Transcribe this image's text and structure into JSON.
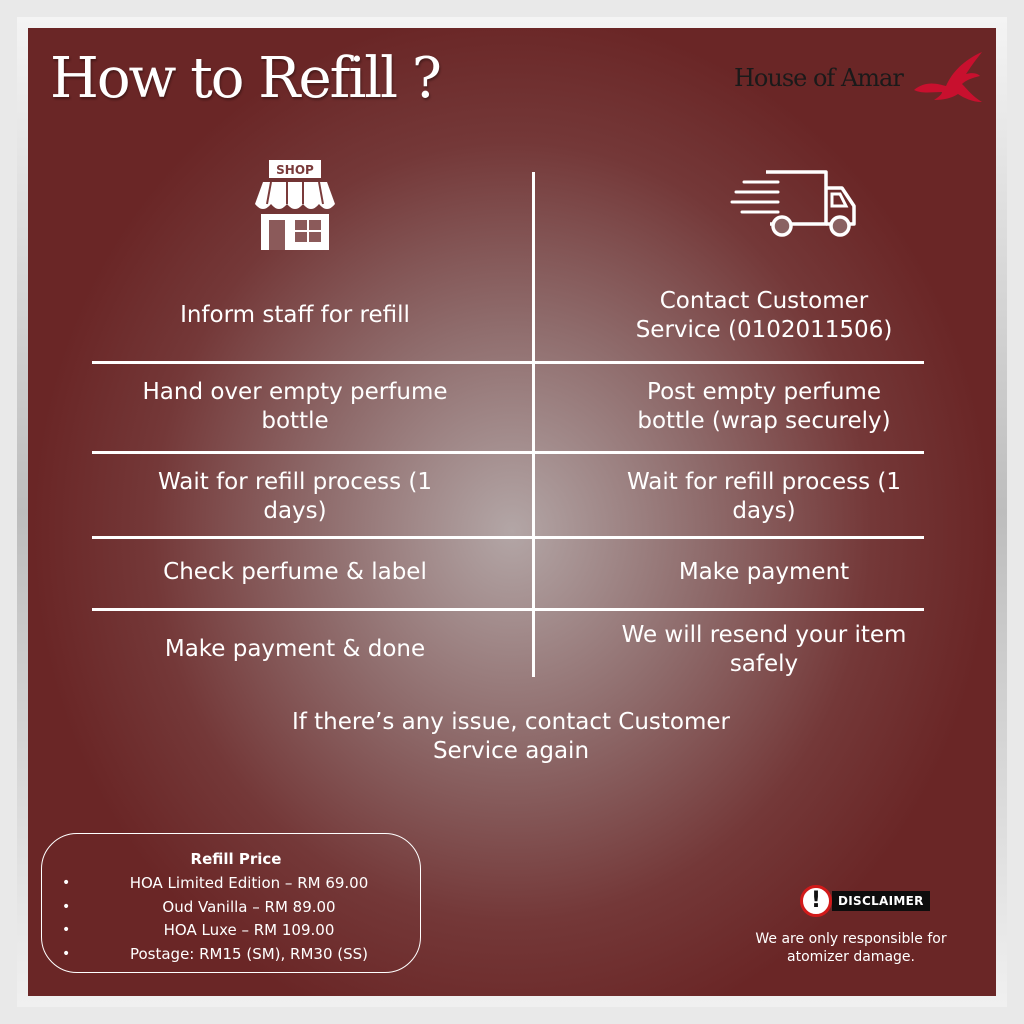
{
  "title": "How to Refill ?",
  "brand": {
    "name": "House of Amar",
    "accent_color": "#c8102e"
  },
  "icons": {
    "left": "shop-icon",
    "right": "delivery-truck-icon"
  },
  "shop_sign": "SHOP",
  "columns": {
    "left": [
      "Inform staff for refill",
      "Hand over empty perfume bottle",
      "Wait for refill process (1 days)",
      "Check perfume & label",
      "Make payment & done"
    ],
    "right": [
      "Contact Customer Service (0102011506)",
      "Post empty perfume bottle (wrap securely)",
      "Wait for refill process (1 days)",
      "Make payment",
      "We will resend your item safely"
    ]
  },
  "note": "If there’s any issue, contact Customer Service again",
  "refill_price": {
    "title": "Refill Price",
    "items": [
      "HOA Limited Edition – RM 69.00",
      "Oud Vanilla – RM 89.00",
      "HOA Luxe – RM 109.00",
      "Postage: RM15 (SM), RM30 (SS)"
    ]
  },
  "disclaimer": {
    "icon_text": "!",
    "label": "DISCLAIMER",
    "text": "We are only responsible for atomizer damage."
  }
}
